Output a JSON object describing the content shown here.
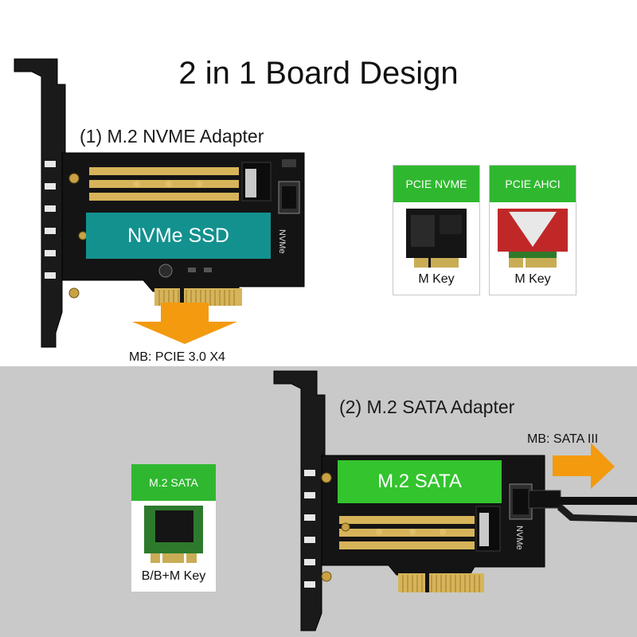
{
  "title": "2 in 1 Board Design",
  "nvme_section": {
    "subtitle": "(1) M.2 NVME Adapter",
    "ssd_label": "NVMe SSD",
    "board_mark": "NVMe",
    "interface_label": "MB: PCIE 3.0 X4"
  },
  "sata_section": {
    "subtitle": "(2) M.2 SATA Adapter",
    "ssd_label": "M.2 SATA",
    "board_mark": "NVMe",
    "interface_label": "MB: SATA III"
  },
  "key_cards": [
    {
      "header": "PCIE NVME",
      "footer": "M Key",
      "header_color": "#2fb82f"
    },
    {
      "header": "PCIE AHCI",
      "footer": "M Key",
      "header_color": "#2fb82f"
    },
    {
      "header": "M.2 SATA",
      "footer": "B/B+M Key",
      "header_color": "#2fb82f"
    }
  ],
  "colors": {
    "nvme_ssd": "#13918f",
    "sata_ssd": "#33c42e",
    "arrow": "#f39a0f",
    "board": "#141414",
    "gold": "#d7b45a",
    "bottom_bg": "#c9c9c9"
  },
  "icons": [
    "arrow-down-icon",
    "arrow-right-icon",
    "bracket-icon",
    "sata-port-icon"
  ]
}
